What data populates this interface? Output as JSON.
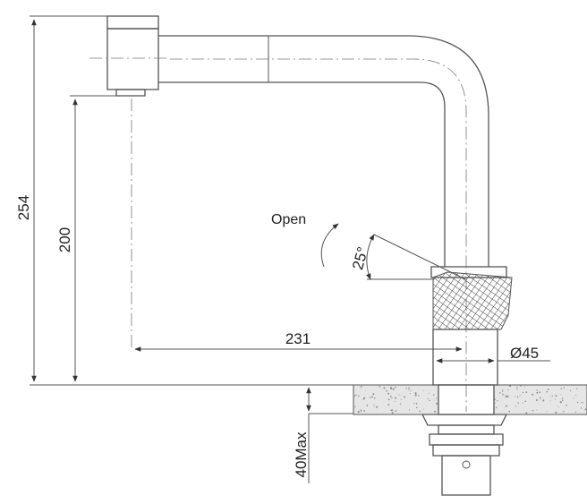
{
  "dimensions": {
    "total_height": "254",
    "spout_height": "200",
    "reach": "231",
    "base_diameter": "Ø45",
    "max_counter_thickness": "40Max",
    "swivel_angle": "25°"
  },
  "annotations": {
    "open_label": "Open"
  },
  "colors": {
    "line": "#555555",
    "text": "#222222",
    "countertop_fill": "#e6e6e6",
    "speckle": "#8a8a8a"
  },
  "icons": {
    "open_arrow": "curved-arrow-icon"
  }
}
